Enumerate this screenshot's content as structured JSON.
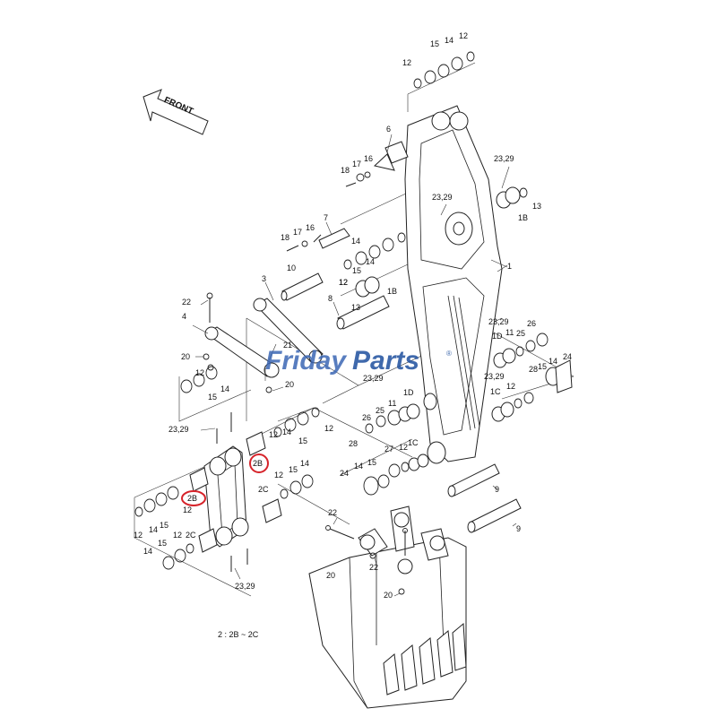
{
  "diagram": {
    "direction_label": "FRONT",
    "legend": "2 : 2B ~ 2C",
    "highlight_color": "#d6232a",
    "watermark": {
      "part_a": "Friday",
      "part_b": "Parts",
      "registered": "®",
      "color_a": "#3b67b4",
      "color_b": "#1e4f9e"
    },
    "highlighted_callouts": [
      "2B",
      "2B"
    ],
    "callouts": {
      "top_12a": "12",
      "top_15": "15",
      "top_14": "14",
      "top_12b": "12",
      "p6": "6",
      "p18a": "18",
      "p17a": "17",
      "p16a": "16",
      "p23_29a": "23,29",
      "p13a": "13",
      "p1Ba": "1B",
      "p23_29b": "23,29",
      "p7": "7",
      "p18b": "18",
      "p17b": "17",
      "p16b": "16",
      "p14a": "14",
      "p12a": "12",
      "p15a": "15",
      "p14b": "14",
      "p10": "10",
      "p12c": "12",
      "p1Bb": "1B",
      "p1": "1",
      "p3": "3",
      "p8": "8",
      "p13b": "13",
      "p22a": "22",
      "p4": "4",
      "p21": "21",
      "p20a": "20",
      "p12d": "12",
      "p15b": "15",
      "p14c": "14",
      "p20b": "20",
      "p23_29c": "23,29",
      "p1Da": "1D",
      "p11a": "11",
      "p26a": "26",
      "p25a": "25",
      "p23_29d": "23,29",
      "p1Ca": "1C",
      "p28a": "28",
      "p15c": "15",
      "p14d": "14",
      "p24a": "24",
      "p12e": "12",
      "p23_29e": "23,29",
      "p1Db": "1D",
      "p11b": "11",
      "p26b": "26",
      "p25b": "25",
      "p23_29f": "23,29",
      "p12f": "12",
      "p14e": "14",
      "p15d": "15",
      "p12g": "12",
      "p28b": "28",
      "p27": "27",
      "p12h": "12",
      "p1Cb": "1C",
      "p14f": "14",
      "p15e": "15",
      "p24b": "24",
      "p2Ba": "2B",
      "p2Bb": "2B",
      "p2Ca": "2C",
      "p2Cb": "2C",
      "p12i": "12",
      "p15f": "15",
      "p14g": "14",
      "p12j": "12",
      "p15g": "15",
      "p14h": "14",
      "p12k": "12",
      "p12l": "12",
      "p15h": "15",
      "p14i": "14",
      "p23_29g": "23,29",
      "p9a": "9",
      "p9b": "9",
      "p22b": "22",
      "p22c": "22",
      "p20c": "20",
      "p20d": "20",
      "p12m": "12",
      "p12n": "12",
      "p14j": "14",
      "p15i": "15"
    }
  }
}
